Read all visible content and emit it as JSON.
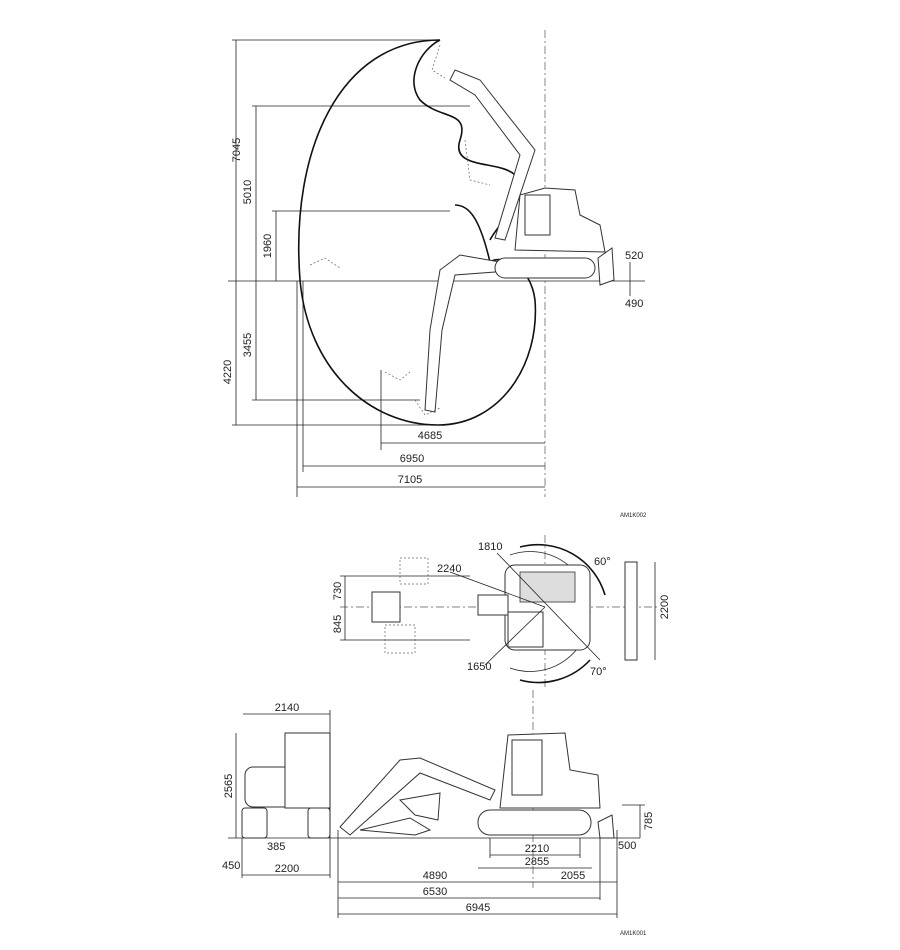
{
  "reach_diagram": {
    "heights": {
      "max_height": "7045",
      "dump_height": "5010",
      "height_1960": "1960",
      "max_depth": "4220",
      "vertical_wall_depth": "3455"
    },
    "radii": {
      "reach_4685": "4685",
      "reach_at_ground": "6950",
      "max_reach": "7105"
    },
    "blade": {
      "lift": "520",
      "drop": "490"
    },
    "code": "AM1K002"
  },
  "top_view": {
    "offset_left": "730",
    "offset_right": "845",
    "tail_swing": "1810",
    "front_swing": "2240",
    "swing_1650": "1650",
    "angle_left": "60°",
    "angle_right": "70°",
    "blade_width": "2200"
  },
  "side_view": {
    "front_width": "2140",
    "overall_height": "2565",
    "ground_clearance": "385",
    "track_width": "450",
    "overall_width": "2200",
    "tumbler_distance": "2210",
    "track_length": "2855",
    "front_to_center": "4890",
    "center_to_blade": "2055",
    "length_without_blade": "6530",
    "overall_length": "6945",
    "blade_height": "785",
    "blade_500": "500",
    "code": "AM1K001"
  }
}
